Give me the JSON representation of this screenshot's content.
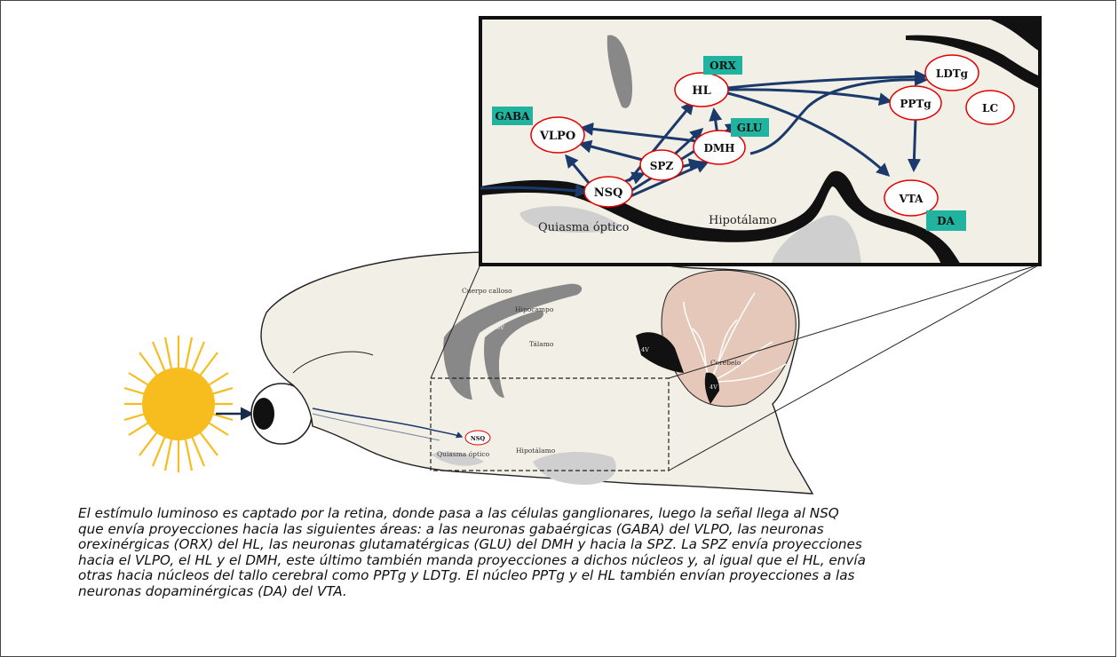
{
  "colors": {
    "brain_fill": "#f2efe6",
    "cerebellum": "#e5c8b9",
    "gray_structure": "#888888",
    "node_border": "#e00000",
    "arrow": "#1b3a6b",
    "label_badge": "#1fb3a0",
    "sun": "#f7bc1e"
  },
  "inset": {
    "nodes": {
      "hl": "HL",
      "vlpo": "VLPO",
      "nsq": "NSQ",
      "spz": "SPZ",
      "dmh": "DMH",
      "ldtg": "LDTg",
      "pptg": "PPTg",
      "lc": "LC",
      "vta": "VTA"
    },
    "badges": {
      "orx": "ORX",
      "gaba": "GABA",
      "glu": "GLU",
      "da": "DA"
    },
    "regions": {
      "quiasma": "Quiasma óptico",
      "hipotalamo": "Hipotálamo"
    }
  },
  "brain": {
    "labels": {
      "cuerpo_calloso": "Cuerpo calloso",
      "hipocampo": "Hipocampo",
      "talamo": "Tálamo",
      "cerebelo": "Cerebelo",
      "ventricle_3": "3V",
      "ventricle_4a": "4V",
      "ventricle_4b": "4V",
      "nsq": "NSQ",
      "quiasma": "Quiasma óptico",
      "hipotalamo": "Hipotálamo"
    }
  },
  "caption": {
    "lines": [
      "El estímulo luminoso es captado por la retina, donde pasa a las células ganglionares, luego la señal llega al NSQ",
      "que envía proyecciones hacia las siguientes áreas: a las neuronas gabaérgicas (GABA) del VLPO, las neuronas",
      "orexinérgicas (ORX) del HL, las neuronas glutamatérgicas (GLU) del DMH y hacia la SPZ. La SPZ envía proyecciones",
      "hacia el VLPO, el HL y el DMH, este último también manda proyecciones a dichos núcleos y, al igual que el HL, envía",
      "otras hacia núcleos del tallo cerebral como PPTg y LDTg. El núcleo PPTg y el HL también envían proyecciones a las",
      "neuronas dopaminérgicas (DA) del VTA."
    ]
  }
}
